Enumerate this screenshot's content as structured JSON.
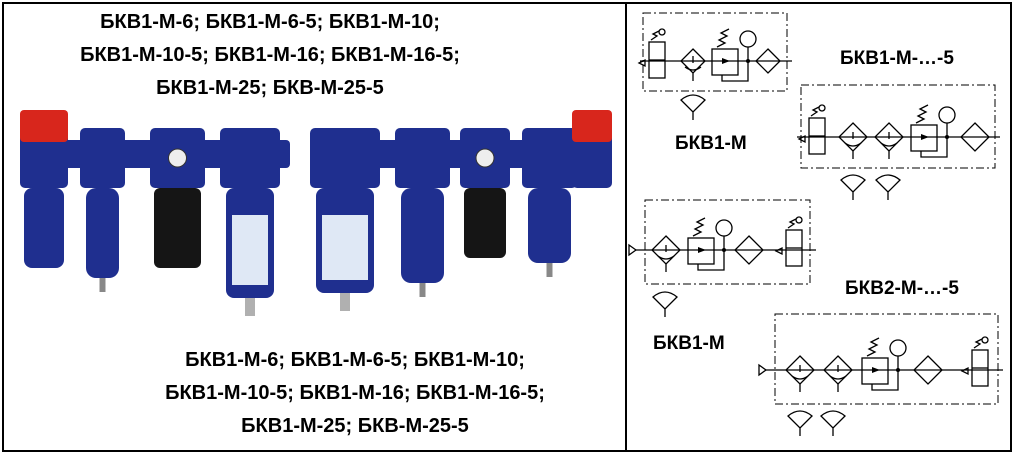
{
  "top_caption": [
    "БКВ1-М-6; БКВ1-М-6-5; БКВ1-М-10;",
    "БКВ1-М-10-5; БКВ1-М-16; БКВ1-М-16-5;",
    "БКВ1-М-25; БКВ-М-25-5"
  ],
  "bottom_caption": [
    "БКВ1-М-6; БКВ1-М-6-5; БКВ1-М-10;",
    "БКВ1-М-10-5; БКВ1-М-16; БКВ1-М-16-5;",
    "БКВ1-М-25; БКВ-М-25-5"
  ],
  "schematics": {
    "label_1": "БКВ1-М",
    "label_2": "БКВ1-М-…-5",
    "label_3": "БКВ1-М",
    "label_4": "БКВ2-М-…-5"
  },
  "colors": {
    "unit_blue": "#1f2f8f",
    "knob_red": "#d8261c",
    "knob_black": "#151515"
  }
}
